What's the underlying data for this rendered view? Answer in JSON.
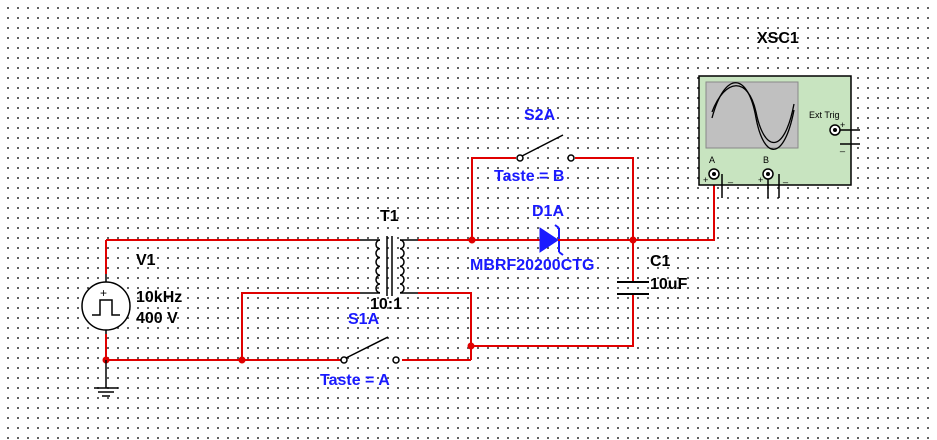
{
  "colors": {
    "wire": "#e00000",
    "label_blue": "#1a1aff",
    "label_black": "#000000",
    "scope_body": "#c8e4c0",
    "scope_screen": "#c0c0c0"
  },
  "source": {
    "ref": "V1",
    "freq": "10kHz",
    "volt": "400 V"
  },
  "transformer": {
    "ref": "T1",
    "ratio": "10:1"
  },
  "diode": {
    "ref": "D1A",
    "part": "MBRF20200CTG"
  },
  "capacitor": {
    "ref": "C1",
    "value": "10uF"
  },
  "switch1": {
    "ref": "S1A",
    "key": "Taste = A"
  },
  "switch2": {
    "ref": "S2A",
    "key": "Taste = B"
  },
  "scope": {
    "ref": "XSC1",
    "ch_a": "A",
    "ch_b": "B",
    "ext_trig": "Ext Trig",
    "plus": "+",
    "minus": "_"
  }
}
